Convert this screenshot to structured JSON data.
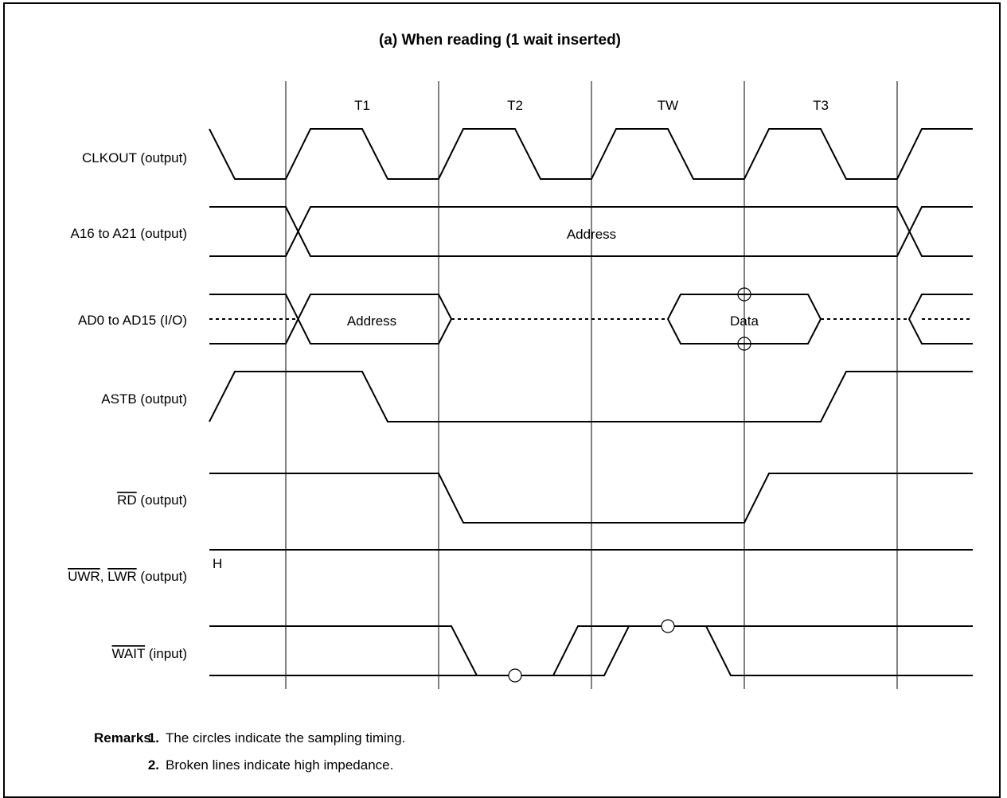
{
  "title": "(a)  When reading (1 wait inserted)",
  "periods": [
    "T1",
    "T2",
    "TW",
    "T3"
  ],
  "signals": {
    "clkout": {
      "name": "CLKOUT",
      "dir": "(output)"
    },
    "a16": {
      "name": "A16 to A21",
      "dir": "(output)",
      "bus_label": "Address"
    },
    "ad0": {
      "name": "AD0 to AD15",
      "dir": "(I/O)",
      "address_label": "Address",
      "data_label": "Data"
    },
    "astb": {
      "name": "ASTB",
      "dir": "(output)"
    },
    "rd": {
      "name": "RD",
      "dir": "(output)"
    },
    "uwr": {
      "name_a": "UWR",
      "sep": ", ",
      "name_b": "LWR",
      "dir": "(output)",
      "level": "H"
    },
    "wait": {
      "name": "WAIT",
      "dir": "(input)"
    }
  },
  "remarks": {
    "heading": "Remarks",
    "items": [
      {
        "num": "1.",
        "text": "The circles indicate the sampling timing."
      },
      {
        "num": "2.",
        "text": "Broken lines indicate high impedance."
      }
    ]
  }
}
